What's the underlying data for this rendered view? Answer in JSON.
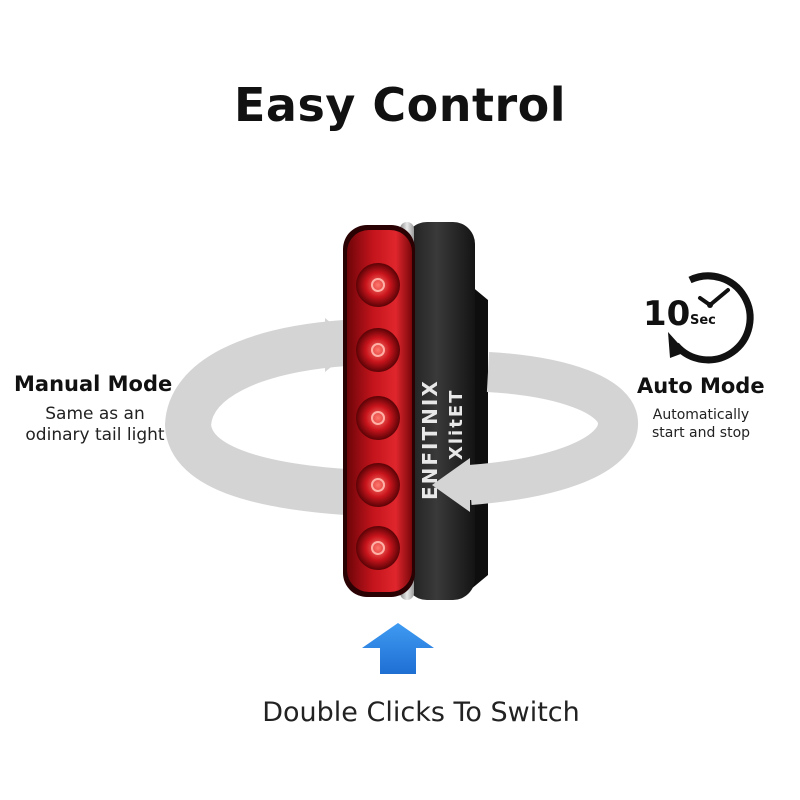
{
  "title": "Easy Control",
  "manual_mode": {
    "title": "Manual Mode",
    "description_line1": "Same as an",
    "description_line2": "odinary tail light"
  },
  "auto_mode": {
    "title": "Auto Mode",
    "description_line1": "Automatically",
    "description_line2": "start and stop",
    "timer_value": "10",
    "timer_unit": "Sec"
  },
  "product": {
    "brand_line1": "ENFITNIX",
    "brand_line2": "XlitET"
  },
  "caption": "Double Clicks To Switch",
  "colors": {
    "arrow_gray": "#d4d4d4",
    "lens_red": "#b3121a",
    "up_arrow_blue": "#2f86e6"
  }
}
